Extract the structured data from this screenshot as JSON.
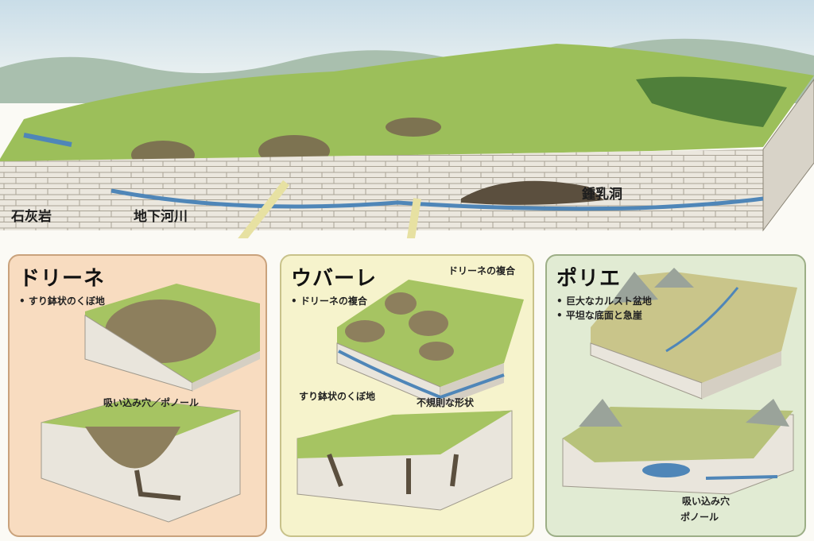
{
  "overview": {
    "limestone_label": "石灰岩",
    "underground_river_label": "地下河川",
    "cave_label": "鍾乳洞"
  },
  "panels": [
    {
      "title": "ドリーネ",
      "bullets": [
        "• すり鉢状のくぼ地"
      ],
      "callouts": [
        "吸い込み穴／ポノール"
      ]
    },
    {
      "title": "ウバーレ",
      "bullets": [
        "• ドリーネの複合"
      ],
      "callouts": [
        "ドリーネの複合",
        "すり鉢状のくぼ地",
        "不規則な形状"
      ]
    },
    {
      "title": "ポリエ",
      "bullets": [
        "• 巨大なカルスト盆地",
        "• 平坦な底面と急崖"
      ],
      "callouts": [
        "吸い込み穴",
        "ポノール"
      ]
    }
  ],
  "colors": {
    "sky": "#dbe8ee",
    "grass": "#9cbf5a",
    "limestone": "#e9e5dc",
    "water": "#4f86b8",
    "panel_doline": "#f8dcc0",
    "panel_uvala": "#f6f3cc",
    "panel_polje": "#e1ebd3"
  }
}
